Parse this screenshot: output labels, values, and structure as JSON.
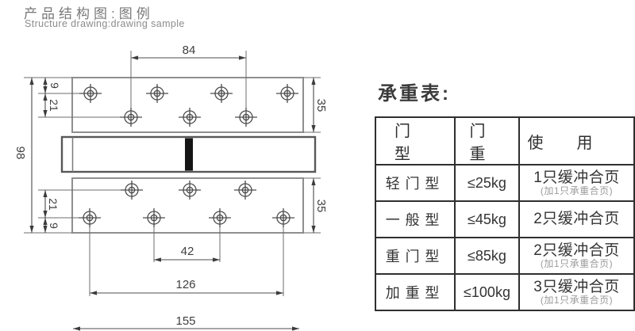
{
  "header": {
    "title_cn": "产品结构图:图例",
    "title_en": "Structure drawing:drawing sample"
  },
  "drawing": {
    "labels": {
      "hole_span_top": "84",
      "edge_to_row_top": "9",
      "row_gap_top": "21",
      "plate_height_top": "35",
      "overall_height": "98",
      "row_gap_bottom": "21",
      "edge_to_row_bottom": "9",
      "plate_height_bottom": "35",
      "hole_span_inner": "42",
      "hole_span_outer": "126",
      "overall_width": "155"
    }
  },
  "load_table": {
    "title": "承重表:",
    "columns": [
      "门型",
      "门重",
      "使用"
    ],
    "rows": [
      {
        "type": "轻门型",
        "weight": "≤25kg",
        "usage": "1只缓冲合页",
        "note": "(加1只承重合页)"
      },
      {
        "type": "一般型",
        "weight": "≤45kg",
        "usage": "2只缓冲合页",
        "note": ""
      },
      {
        "type": "重门型",
        "weight": "≤85kg",
        "usage": "2只缓冲合页",
        "note": "(加1只承重合页)"
      },
      {
        "type": "加重型",
        "weight": "≤100kg",
        "usage": "3只缓冲合页",
        "note": "(加1只承重合页)"
      }
    ]
  }
}
